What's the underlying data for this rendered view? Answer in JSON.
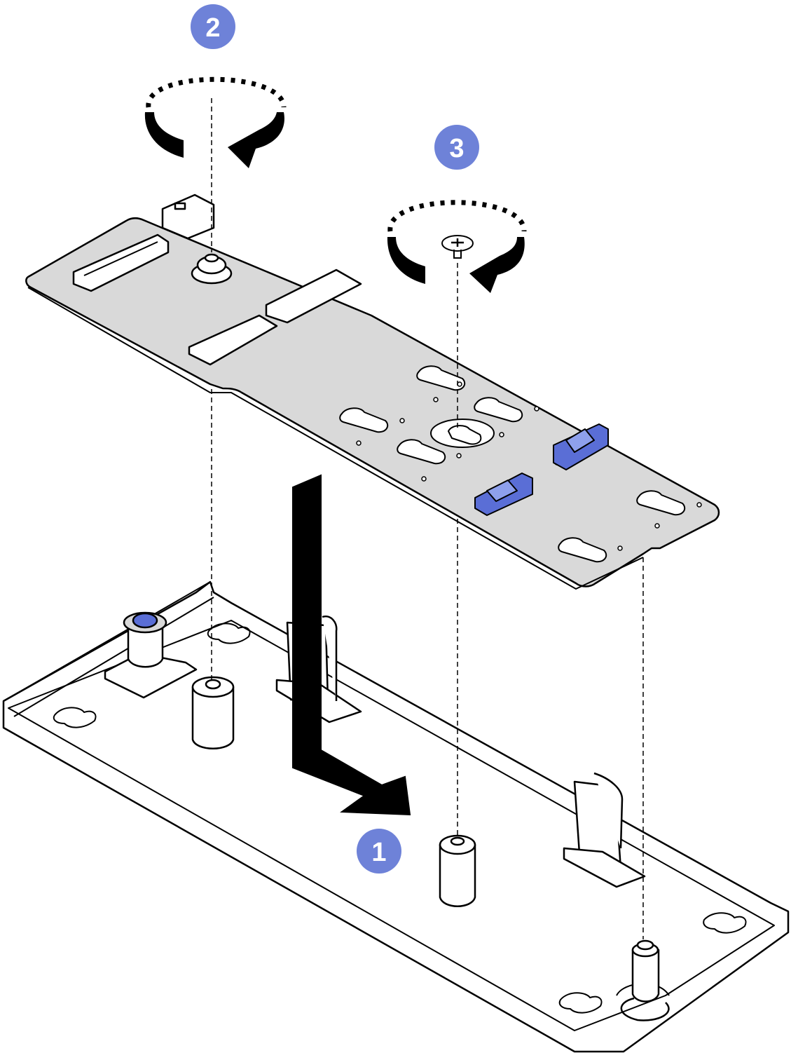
{
  "figure": {
    "description_type": "installation-diagram",
    "colors": {
      "line": "#000000",
      "board_fill": "#d9d9d9",
      "tray_fill": "#ffffff",
      "latch_blue": "#5a6ed6",
      "badge_blue": "#6e82d8",
      "badge_text": "#ffffff"
    },
    "callouts": [
      {
        "number": "1",
        "action": "slide-in"
      },
      {
        "number": "2",
        "action": "rotate-clockwise"
      },
      {
        "number": "3",
        "action": "rotate-clockwise"
      }
    ],
    "icons": [
      "rotate-arrow-icon",
      "slide-arrow-icon",
      "screw-icon"
    ]
  }
}
